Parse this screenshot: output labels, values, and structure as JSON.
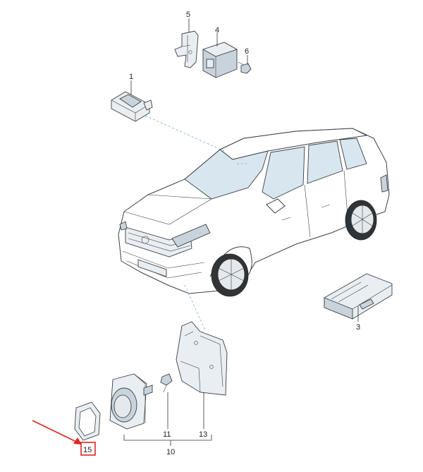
{
  "diagram": {
    "callouts": [
      {
        "key": "c1",
        "text": "1"
      },
      {
        "key": "c3",
        "text": "3"
      },
      {
        "key": "c4",
        "text": "4"
      },
      {
        "key": "c5",
        "text": "5"
      },
      {
        "key": "c6",
        "text": "6"
      },
      {
        "key": "c10",
        "text": "10"
      },
      {
        "key": "c11",
        "text": "11"
      },
      {
        "key": "c13",
        "text": "13"
      },
      {
        "key": "c15",
        "text": "15"
      }
    ],
    "highlight_color": "#e0261f",
    "accent_line_color": "#7aa3c2"
  }
}
